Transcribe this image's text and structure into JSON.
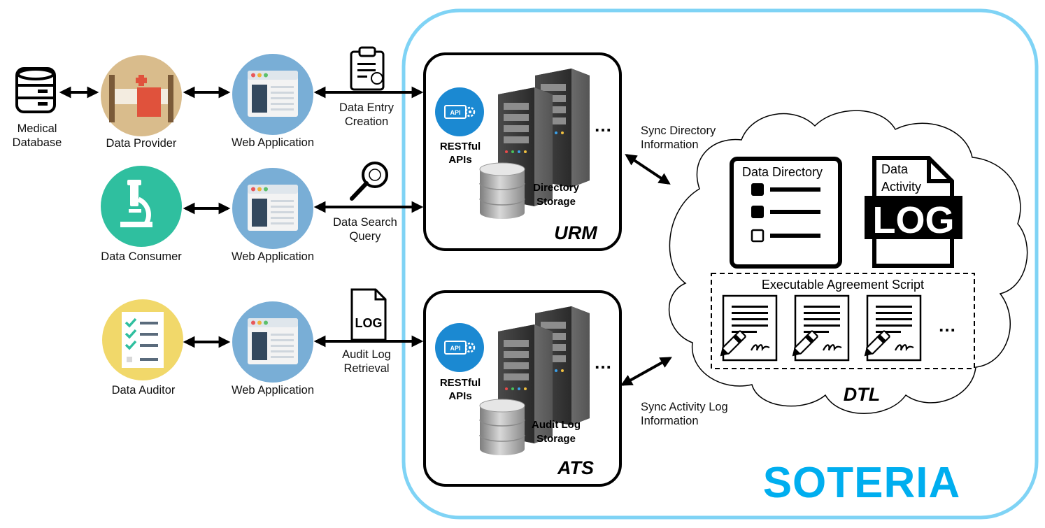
{
  "colors": {
    "soteria_border": "#7fd3f5",
    "soteria_text": "#00aeef",
    "api_badge": "#1b89d2",
    "provider_circle": "#d9bc8c",
    "consumer_circle": "#2fbf9f",
    "auditor_circle": "#f1d86a",
    "webapp_circle": "#79aed6"
  },
  "actors": {
    "medical_database": {
      "line1": "Medical",
      "line2": "Database",
      "icon": "database-icon"
    },
    "data_provider": {
      "label": "Data Provider",
      "icon": "hospital-bed-icon"
    },
    "data_consumer": {
      "label": "Data Consumer",
      "icon": "microscope-icon"
    },
    "data_auditor": {
      "label": "Data Auditor",
      "icon": "checklist-icon"
    },
    "web_app_1": {
      "label": "Web Application",
      "icon": "browser-window-icon"
    },
    "web_app_2": {
      "label": "Web Application",
      "icon": "browser-window-icon"
    },
    "web_app_3": {
      "label": "Web Application",
      "icon": "browser-window-icon"
    }
  },
  "flows": {
    "entry": {
      "line1": "Data Entry",
      "line2": "Creation",
      "icon": "clipboard-icon"
    },
    "search": {
      "line1": "Data Search",
      "line2": "Query",
      "icon": "magnifier-icon"
    },
    "audit": {
      "line1": "Audit Log",
      "line2": "Retrieval",
      "icon": "log-file-icon"
    }
  },
  "urm": {
    "title": "URM",
    "api_badge": "API",
    "api_line1": "RESTful",
    "api_line2": "APIs",
    "storage_line1": "Directory",
    "storage_line2": "Storage",
    "more": "…"
  },
  "ats": {
    "title": "ATS",
    "api_badge": "API",
    "api_line1": "RESTful",
    "api_line2": "APIs",
    "storage_line1": "Audit Log",
    "storage_line2": "Storage",
    "more": "…"
  },
  "sync": {
    "directory": {
      "line1": "Sync Directory",
      "line2": "Information"
    },
    "activity": {
      "line1": "Sync Activity Log",
      "line2": "Information"
    }
  },
  "dtl": {
    "title": "DTL",
    "directory_label": "Data Directory",
    "activity_line1": "Data",
    "activity_line2": "Activity",
    "log_text": "LOG",
    "script_label": "Executable Agreement Script",
    "more": "…"
  },
  "brand": "SOTERIA"
}
